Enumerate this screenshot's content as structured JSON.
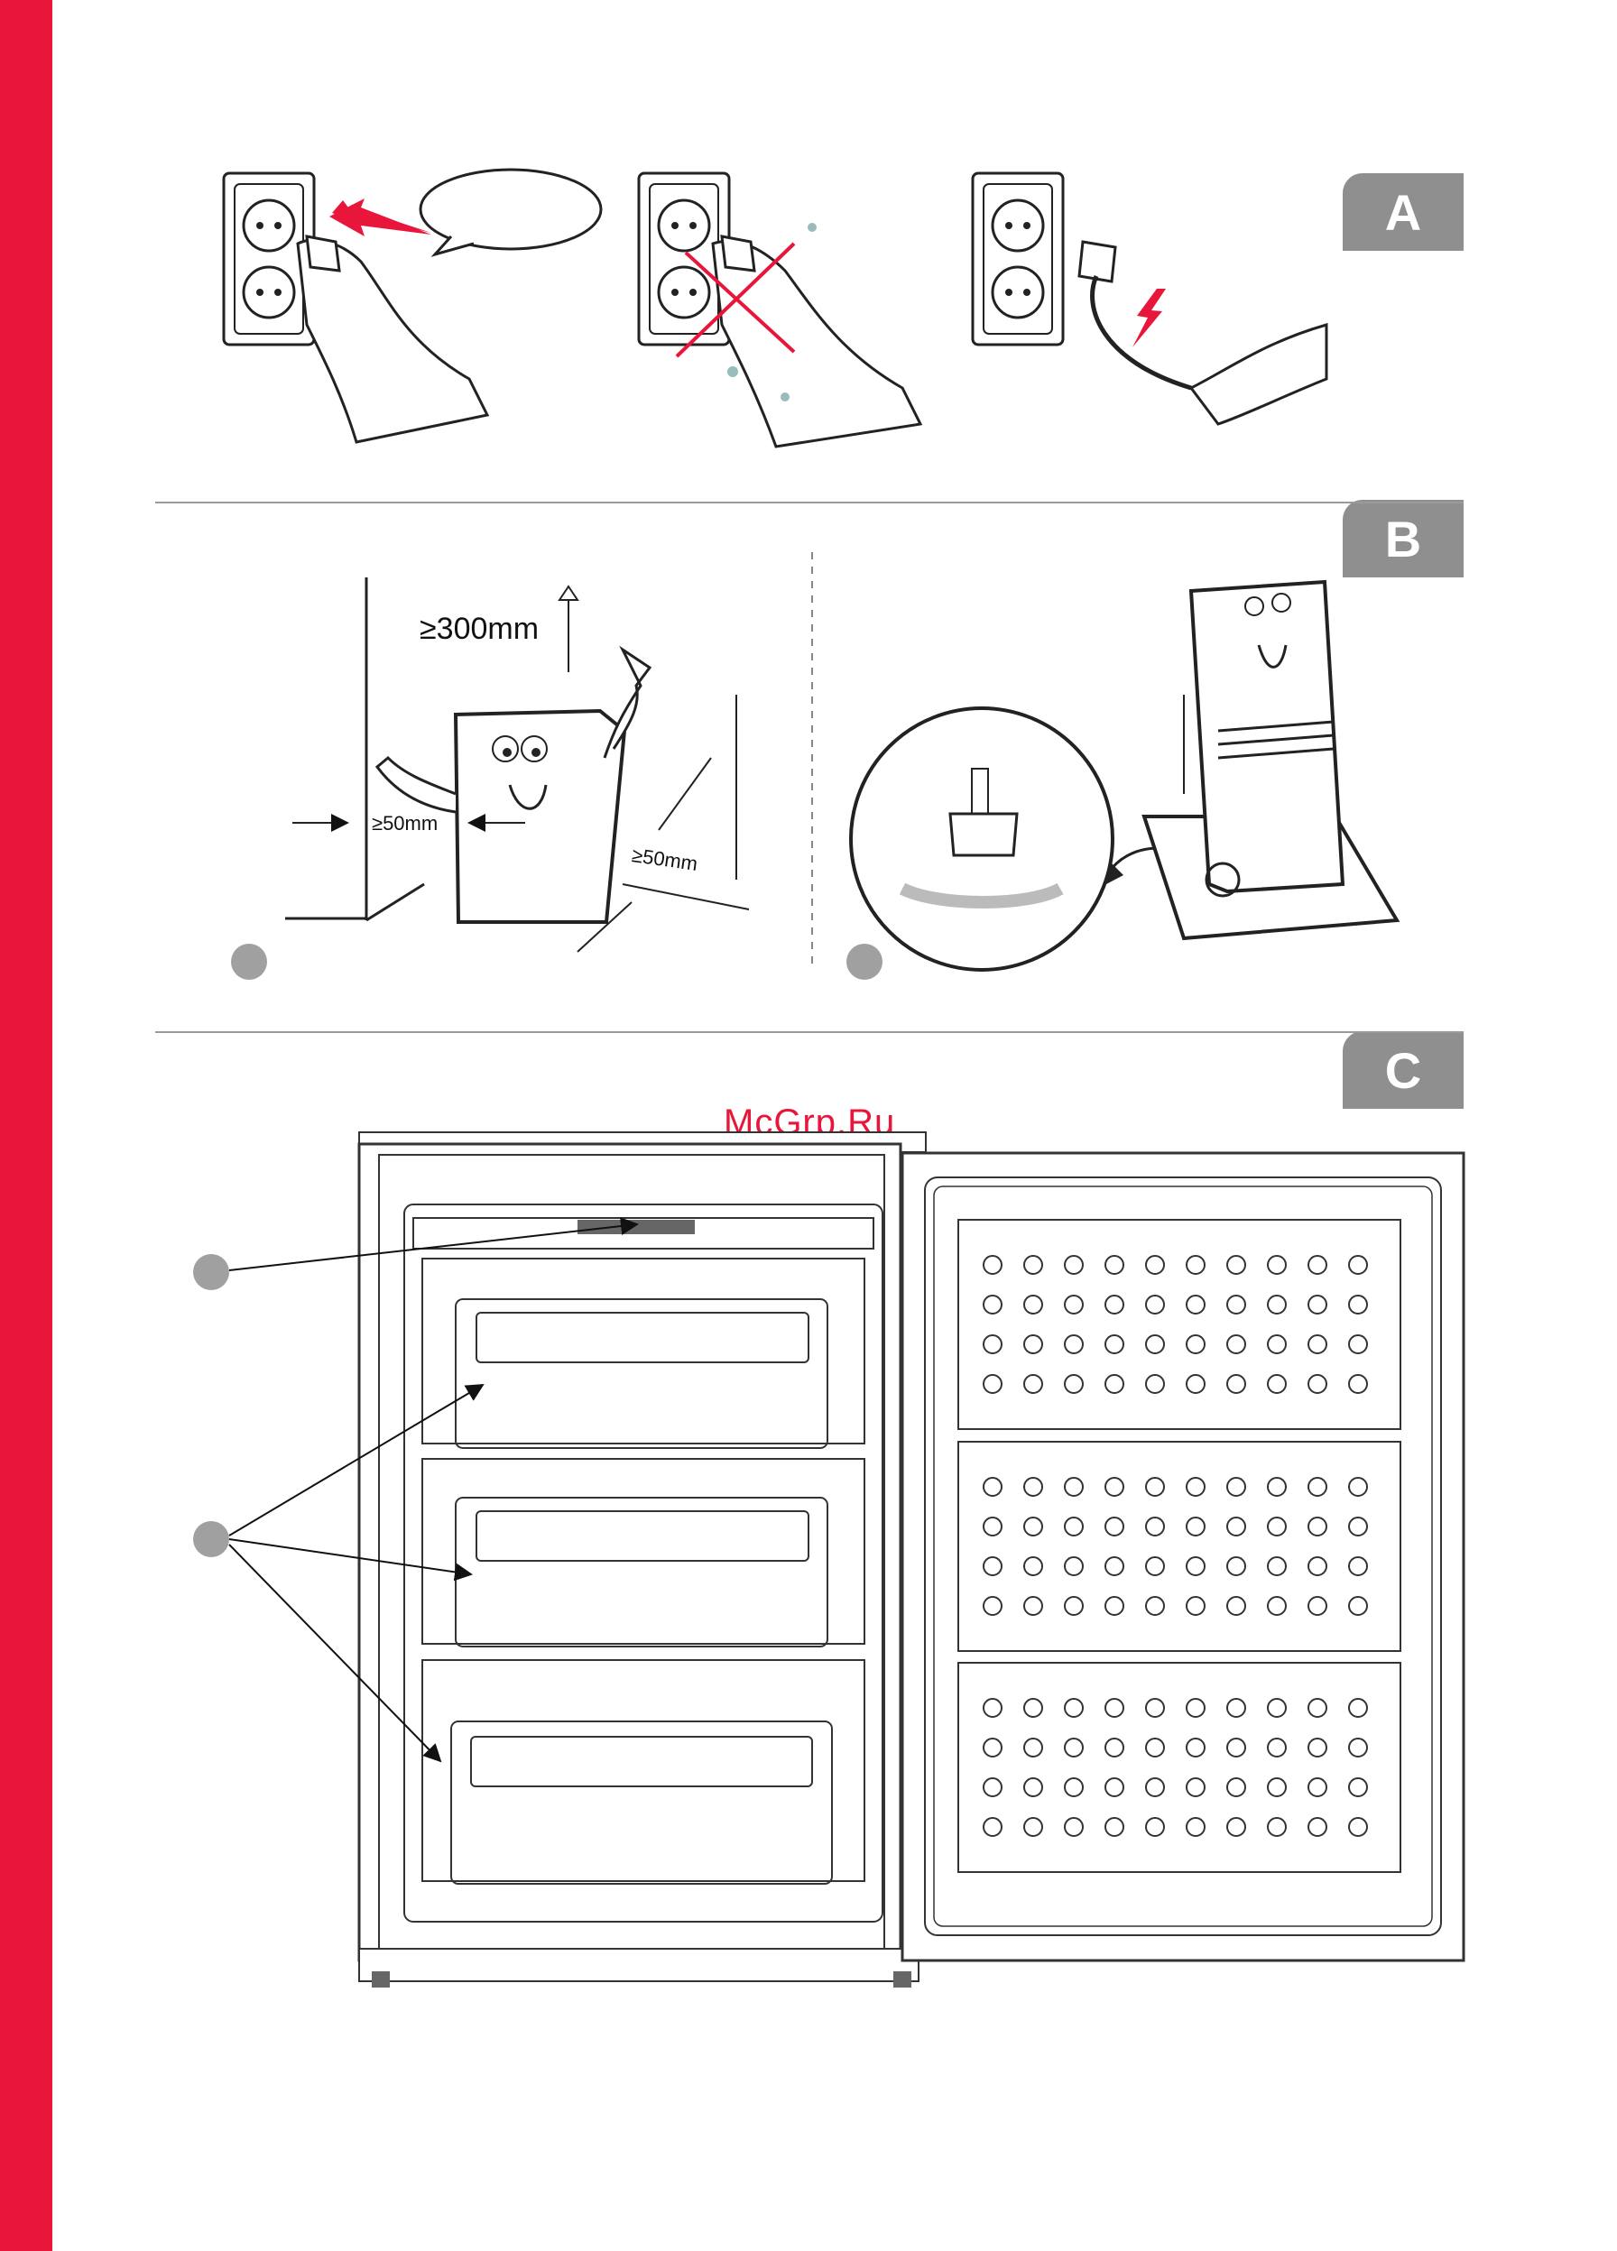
{
  "section_tabs": {
    "a": "A",
    "b": "B",
    "c": "C"
  },
  "dimensions": {
    "top_clearance": "≥300mm",
    "side_clearance": "≥50mm",
    "rear_clearance": "≥50mm"
  },
  "watermark": "McGrp.Ru",
  "colors": {
    "accent": "#e8163a",
    "tab": "#8f8f8f",
    "callout": "#a0a0a0"
  },
  "icons": [
    "wall-socket-icon",
    "hand-plug-icon",
    "electric-shock-icon",
    "adjustable-foot-icon",
    "fridge-mascot-icon"
  ]
}
